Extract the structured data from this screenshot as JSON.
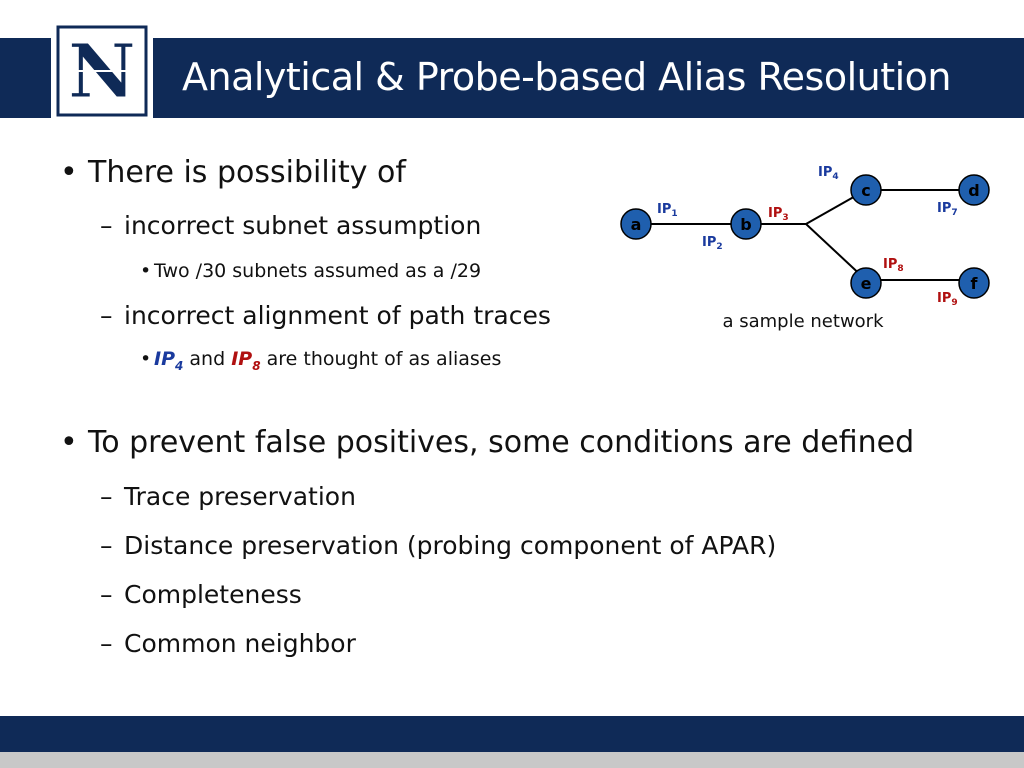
{
  "slide": {
    "title": "Analytical & Probe-based Alias Resolution",
    "logo_letter": "N"
  },
  "body": {
    "bullet1": "There is possibility of",
    "sub1": "incorrect subnet assumption",
    "subsub1": "Two /30 subnets assumed as a /29",
    "sub2": "incorrect alignment of path traces",
    "subsub2": {
      "a_prefix": "IP",
      "a_sub": "4",
      "and": "and",
      "b_prefix": "IP",
      "b_sub": "8",
      "rest": "are thought of as aliases"
    },
    "bullet2": "To prevent false positives, some conditions are defined",
    "conditions": [
      "Trace preservation",
      "Distance preservation (probing component of APAR)",
      "Completeness",
      "Common neighbor"
    ]
  },
  "diagram": {
    "caption": "a sample network",
    "nodes": [
      "a",
      "b",
      "c",
      "d",
      "e",
      "f"
    ],
    "labels": [
      {
        "text": "IP",
        "sub": "1",
        "color": "blue"
      },
      {
        "text": "IP",
        "sub": "2",
        "color": "blue"
      },
      {
        "text": "IP",
        "sub": "3",
        "color": "red"
      },
      {
        "text": "IP",
        "sub": "4",
        "color": "blue"
      },
      {
        "text": "IP",
        "sub": "7",
        "color": "blue"
      },
      {
        "text": "IP",
        "sub": "8",
        "color": "red"
      },
      {
        "text": "IP",
        "sub": "9",
        "color": "red"
      }
    ]
  },
  "colors": {
    "navy": "#0f2a57",
    "node_blue": "#1f5fae",
    "label_blue": "#1a3a9e",
    "label_red": "#b01010"
  }
}
